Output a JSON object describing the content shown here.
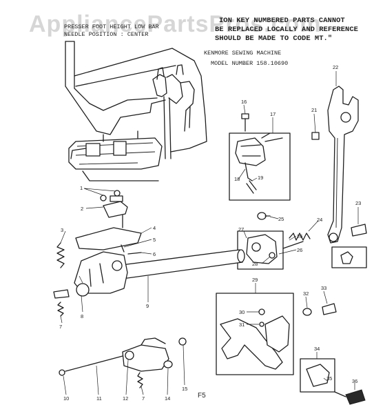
{
  "watermark": "AppliancePartsPros.com",
  "header": {
    "left_line1": "PRESSER FOOT HEIGHT LOW BAR",
    "left_line2": "NEEDLE POSITION : CENTER",
    "right_line1": "ION KEY NUMBERED PARTS CANNOT",
    "right_line2": "BE REPLACED LOCALLY AND REFERENCE",
    "right_line3": "SHOULD BE MADE TO CODE MT.\"",
    "machine": "KENMORE SEWING MACHINE",
    "model": "MODEL NUMBER 158.10690"
  },
  "figure_label": "F5",
  "callouts": [
    "1",
    "2",
    "3",
    "4",
    "5",
    "6",
    "7",
    "8",
    "9",
    "10",
    "11",
    "12",
    "7",
    "14",
    "15",
    "16",
    "17",
    "18",
    "19",
    "21",
    "22",
    "23",
    "24",
    "25",
    "26",
    "27",
    "28",
    "29",
    "30",
    "31",
    "32",
    "33",
    "34",
    "35",
    "36"
  ]
}
